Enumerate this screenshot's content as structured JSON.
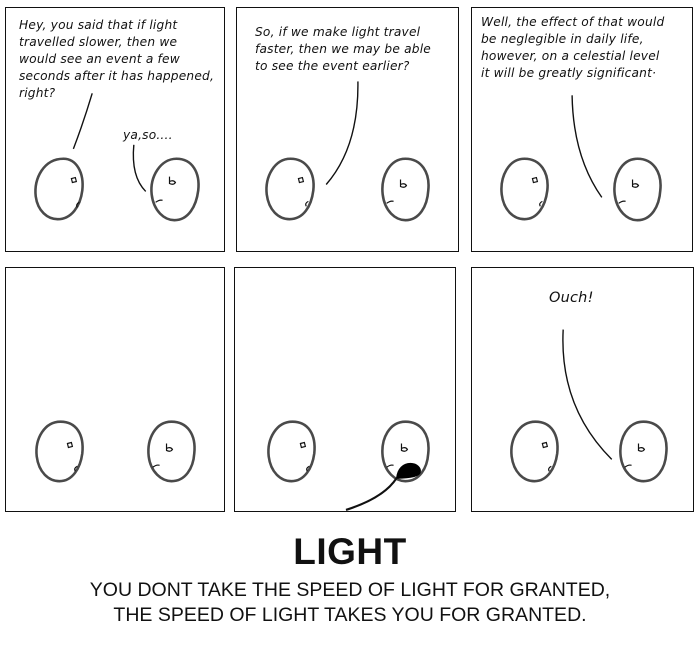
{
  "comic": {
    "title": "LIGHT",
    "caption_lines": [
      "YOU DONT TAKE THE SPEED OF LIGHT FOR GRANTED,",
      "THE SPEED OF LIGHT TAKES YOU FOR GRANTED."
    ],
    "panels": [
      {
        "speech_left": "Hey, you said that if light\ntravelled slower, then we\nwould see an event a few\nseconds after it has happened,\nright?",
        "speech_right": "ya,so...."
      },
      {
        "speech": "So, if we make light travel\nfaster, then we may be able\nto see the event earlier?"
      },
      {
        "speech": "Well, the effect of that would\nbe neglegible in daily life,\nhowever, on a celestial level\nit will be greatly significant·"
      },
      {
        "speech": ""
      },
      {
        "speech": "",
        "event": "punch"
      },
      {
        "speech": "Ouch!"
      }
    ]
  }
}
